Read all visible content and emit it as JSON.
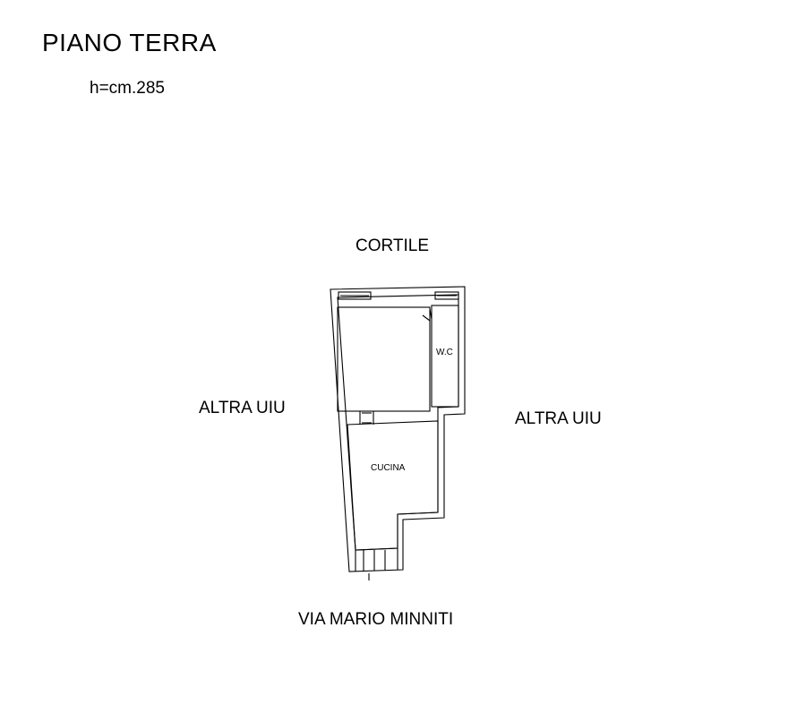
{
  "title": "PIANO TERRA",
  "height_note": "h=cm.285",
  "labels": {
    "north": "CORTILE",
    "west": "ALTRA UIU",
    "east": "ALTRA UIU",
    "south": "VIA MARIO MINNITI"
  },
  "rooms": {
    "wc": "W.C",
    "kitchen": "CUCINA"
  },
  "colors": {
    "line": "#000000",
    "background": "#ffffff"
  }
}
